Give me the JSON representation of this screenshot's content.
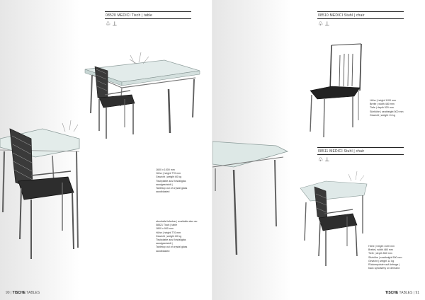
{
  "left_page": {
    "product_heading": "08520 MEDICI Tisch | table",
    "symbols": "♧ ⊥",
    "specs": [
      "1600 x 1000 mm",
      "Höhe | height 770 mm",
      "Gewicht | weight 60 kg",
      "Tischplatte aus Kristallglas",
      "sandgestrahlt |",
      "Tabletop out of crystal glass",
      "sandblasted"
    ],
    "variant_specs": [
      "ebenfalls lieferbar | available also as:",
      "08521 Tisch | table",
      "1800 x 900 mm",
      "Höhe | height 770 mm",
      "Gewicht | weight 60 kg",
      "Tischplatte aus Kristallglas",
      "sandgestrahlt |",
      "Tabletop out of crystal glass",
      "sandblasted"
    ],
    "folio": {
      "number": "90",
      "brand": "TISCHE",
      "section": "TABLES"
    }
  },
  "right_page": {
    "chair1": {
      "heading": "08510 MEDICI Stuhl | chair",
      "symbols": "♧ ⊥",
      "specs": [
        "Höhe | height 1100 mm",
        "Breite | width 480 mm",
        "Tiefe | depth 520 mm",
        "Sitzhöhe | seatheight 500 mm",
        "Gewicht | weight 11 kg"
      ]
    },
    "chair2": {
      "heading": "08511 MEDICI Stuhl | chair",
      "symbols": "♧ ⊥",
      "specs": [
        "Höhe | height 1100 mm",
        "Breite | width 480 mm",
        "Tiefe | depth 560 mm",
        "Sitzhöhe | seatheight 500 mm",
        "Gewicht | weight 12 kg",
        "Rückenpolster auf Anfrage |",
        "back upholstery on demand"
      ]
    },
    "folio": {
      "brand": "TISCHE",
      "section": "TABLES",
      "number": "91"
    }
  }
}
